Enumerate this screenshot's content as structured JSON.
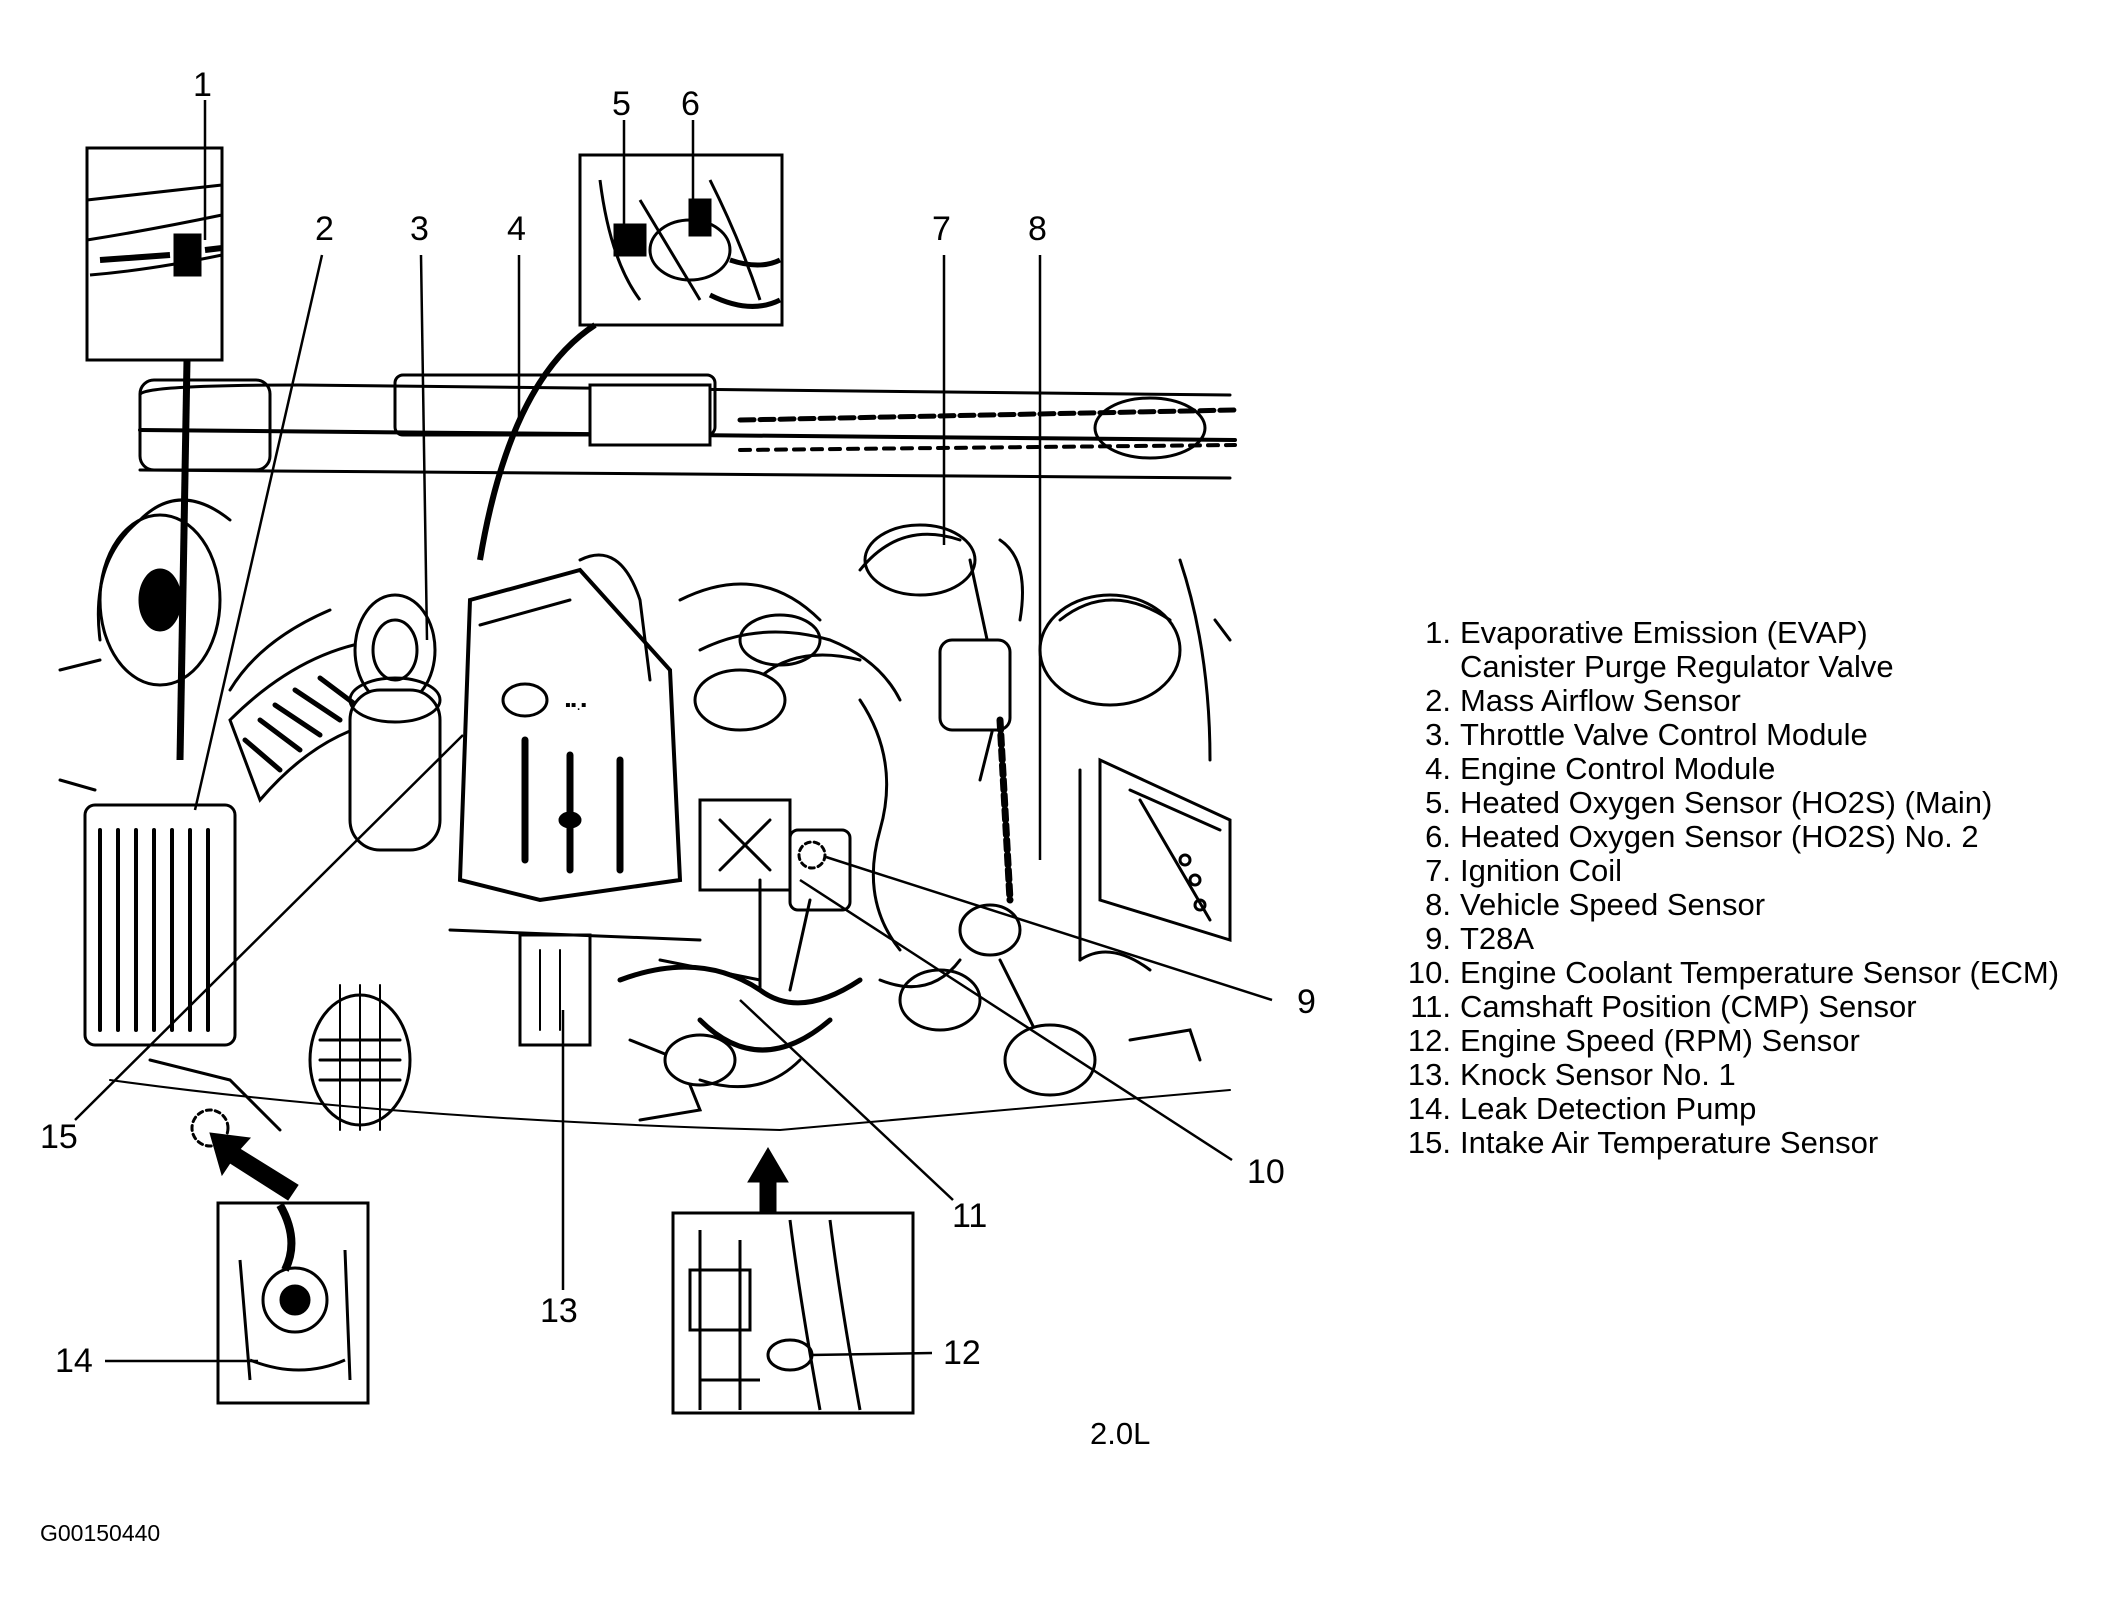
{
  "callouts": [
    "1",
    "2",
    "3",
    "4",
    "5",
    "6",
    "7",
    "8",
    "9",
    "10",
    "11",
    "12",
    "13",
    "14",
    "15"
  ],
  "legend": [
    {
      "num": "1.",
      "text": "Evaporative Emission (EVAP)",
      "cont": "Canister Purge Regulator Valve"
    },
    {
      "num": "2.",
      "text": "Mass Airflow Sensor"
    },
    {
      "num": "3.",
      "text": "Throttle Valve Control Module"
    },
    {
      "num": "4.",
      "text": "Engine Control Module"
    },
    {
      "num": "5.",
      "text": "Heated Oxygen Sensor (HO2S) (Main)"
    },
    {
      "num": "6.",
      "text": "Heated Oxygen Sensor (HO2S) No. 2"
    },
    {
      "num": "7.",
      "text": "Ignition Coil"
    },
    {
      "num": "8.",
      "text": "Vehicle Speed Sensor"
    },
    {
      "num": "9.",
      "text": "T28A"
    },
    {
      "num": "10.",
      "text": "Engine Coolant Temperature Sensor (ECM)"
    },
    {
      "num": "11.",
      "text": "Camshaft Position (CMP) Sensor"
    },
    {
      "num": "12.",
      "text": "Engine Speed (RPM) Sensor"
    },
    {
      "num": "13.",
      "text": "Knock Sensor No. 1"
    },
    {
      "num": "14.",
      "text": "Leak Detection Pump"
    },
    {
      "num": "15.",
      "text": "Intake Air Temperature Sensor"
    }
  ],
  "engine_label": "2.0L",
  "figure_code": "G00150440",
  "colors": {
    "ink": "#000000",
    "paper": "#ffffff"
  }
}
